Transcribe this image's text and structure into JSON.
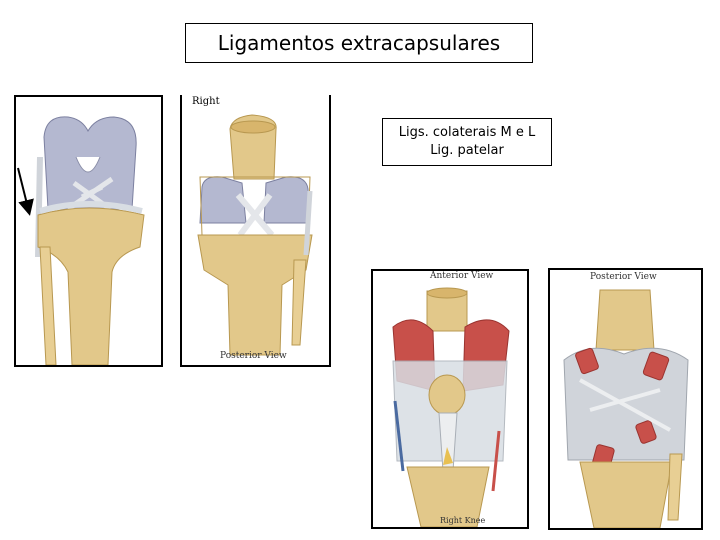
{
  "slide": {
    "title": "Ligamentos extracapsulares",
    "labels": [
      "Ligs. colaterais M e L",
      "Lig. patelar"
    ]
  },
  "figures": {
    "fig2": {
      "corner_label": "Right",
      "caption": "Posterior View"
    },
    "fig3": {
      "top_caption": "Anterior View",
      "bottom_caption": "Right Knee"
    },
    "fig4": {
      "top_caption": "Posterior View"
    }
  },
  "colors": {
    "bone": "#e2c88a",
    "cartilage": "#b4b8d0",
    "ligament": "#d8dde3",
    "muscle": "#c8504a",
    "frame": "#000000"
  }
}
